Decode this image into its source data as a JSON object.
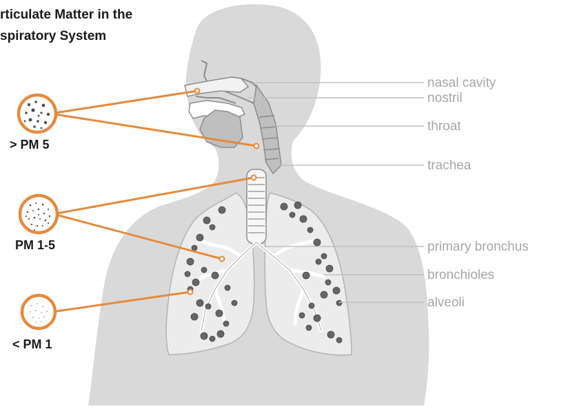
{
  "title": {
    "line1": "rticulate Matter in the",
    "line2": "spiratory System"
  },
  "particle_sizes": [
    {
      "label": "> PM 5"
    },
    {
      "label": "PM 1-5"
    },
    {
      "label": "< PM 1"
    }
  ],
  "anatomy_labels": [
    {
      "label": "nasal cavity"
    },
    {
      "label": "nostril"
    },
    {
      "label": "throat"
    },
    {
      "label": "trachea"
    },
    {
      "label": "primary bronchus"
    },
    {
      "label": "bronchioles"
    },
    {
      "label": "alveoli"
    }
  ],
  "colors": {
    "accent": "#e58a3c",
    "body": "#d9d9d9",
    "lung": "#ececec",
    "label_gray": "#a6a6a6"
  }
}
